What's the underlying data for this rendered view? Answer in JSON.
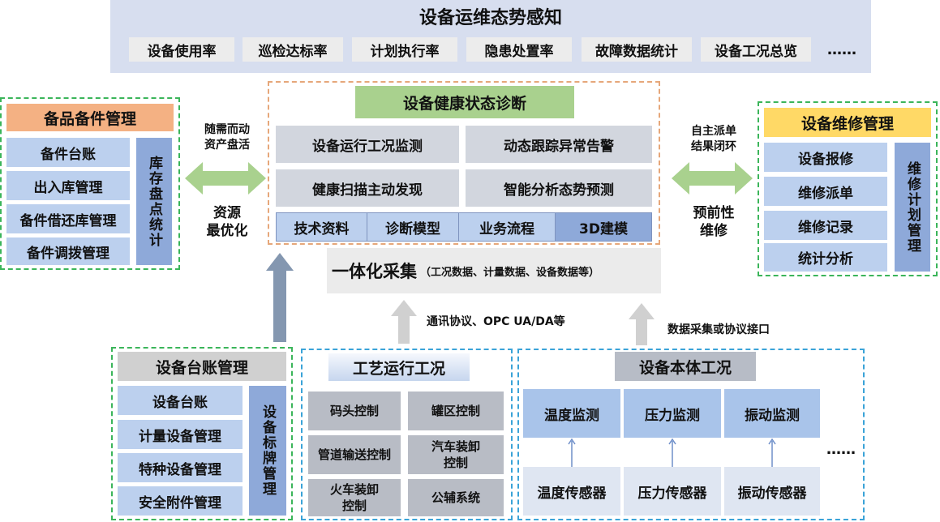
{
  "top": {
    "title": "设备运维态势感知",
    "metrics": [
      "设备使用率",
      "巡检达标率",
      "计划执行率",
      "隐患处置率",
      "故障数据统计",
      "设备工况总览",
      "……"
    ]
  },
  "spare_parts": {
    "title": "备品备件管理",
    "items": [
      "备件台账",
      "出入库管理",
      "备件借还库管理",
      "备件调拨管理"
    ],
    "side": "库存盘点统计"
  },
  "left_link": {
    "top_line1": "随需而动",
    "top_line2": "资产盘活",
    "bottom_line1": "资源",
    "bottom_line2": "最优化"
  },
  "health": {
    "title": "设备健康状态诊断",
    "cells": [
      "设备运行工况监测",
      "动态跟踪异常告警",
      "健康扫描主动发现",
      "智能分析态势预测"
    ],
    "tabs": [
      "技术资料",
      "诊断模型",
      "业务流程",
      "3D建模"
    ]
  },
  "right_link": {
    "top_line1": "自主派单",
    "top_line2": "结果闭环",
    "bottom_line1": "预前性",
    "bottom_line2": "维修"
  },
  "maintenance": {
    "title": "设备维修管理",
    "items": [
      "设备报修",
      "维修派单",
      "维修记录",
      "统计分析"
    ],
    "side": "维修计划管理"
  },
  "integration": {
    "title": "一体化采集",
    "subtitle": "（工况数据、计量数据、设备数据等）"
  },
  "arrows": {
    "label_left": "通讯协议、OPC UA/DA等",
    "label_right": "数据采集或协议接口"
  },
  "ledger": {
    "title": "设备台账管理",
    "items": [
      "设备台账",
      "计量设备管理",
      "特种设备管理",
      "安全附件管理"
    ],
    "side": "设备标牌管理"
  },
  "process": {
    "title": "工艺运行工况",
    "cells": [
      "码头控制",
      "罐区控制",
      "管道输送控制",
      "汽车装卸控制",
      "火车装卸控制",
      "公辅系统"
    ]
  },
  "equipment": {
    "title": "设备本体工况",
    "monitors": [
      "温度监测",
      "压力监测",
      "振动监测"
    ],
    "sensors": [
      "温度传感器",
      "压力传感器",
      "振动传感器"
    ],
    "more": "……"
  },
  "colors": {
    "top_bg": "#d7deef",
    "light_blue": "#bcd0ee",
    "mid_blue": "#8ea9d9",
    "orange_header": "#f4b183",
    "yellow_header": "#ffd966",
    "green_header": "#a9d18e",
    "green_arrow": "#a9d18e",
    "blue_arrow": "#8497b0",
    "gray_arrow": "#d0d0d0"
  }
}
